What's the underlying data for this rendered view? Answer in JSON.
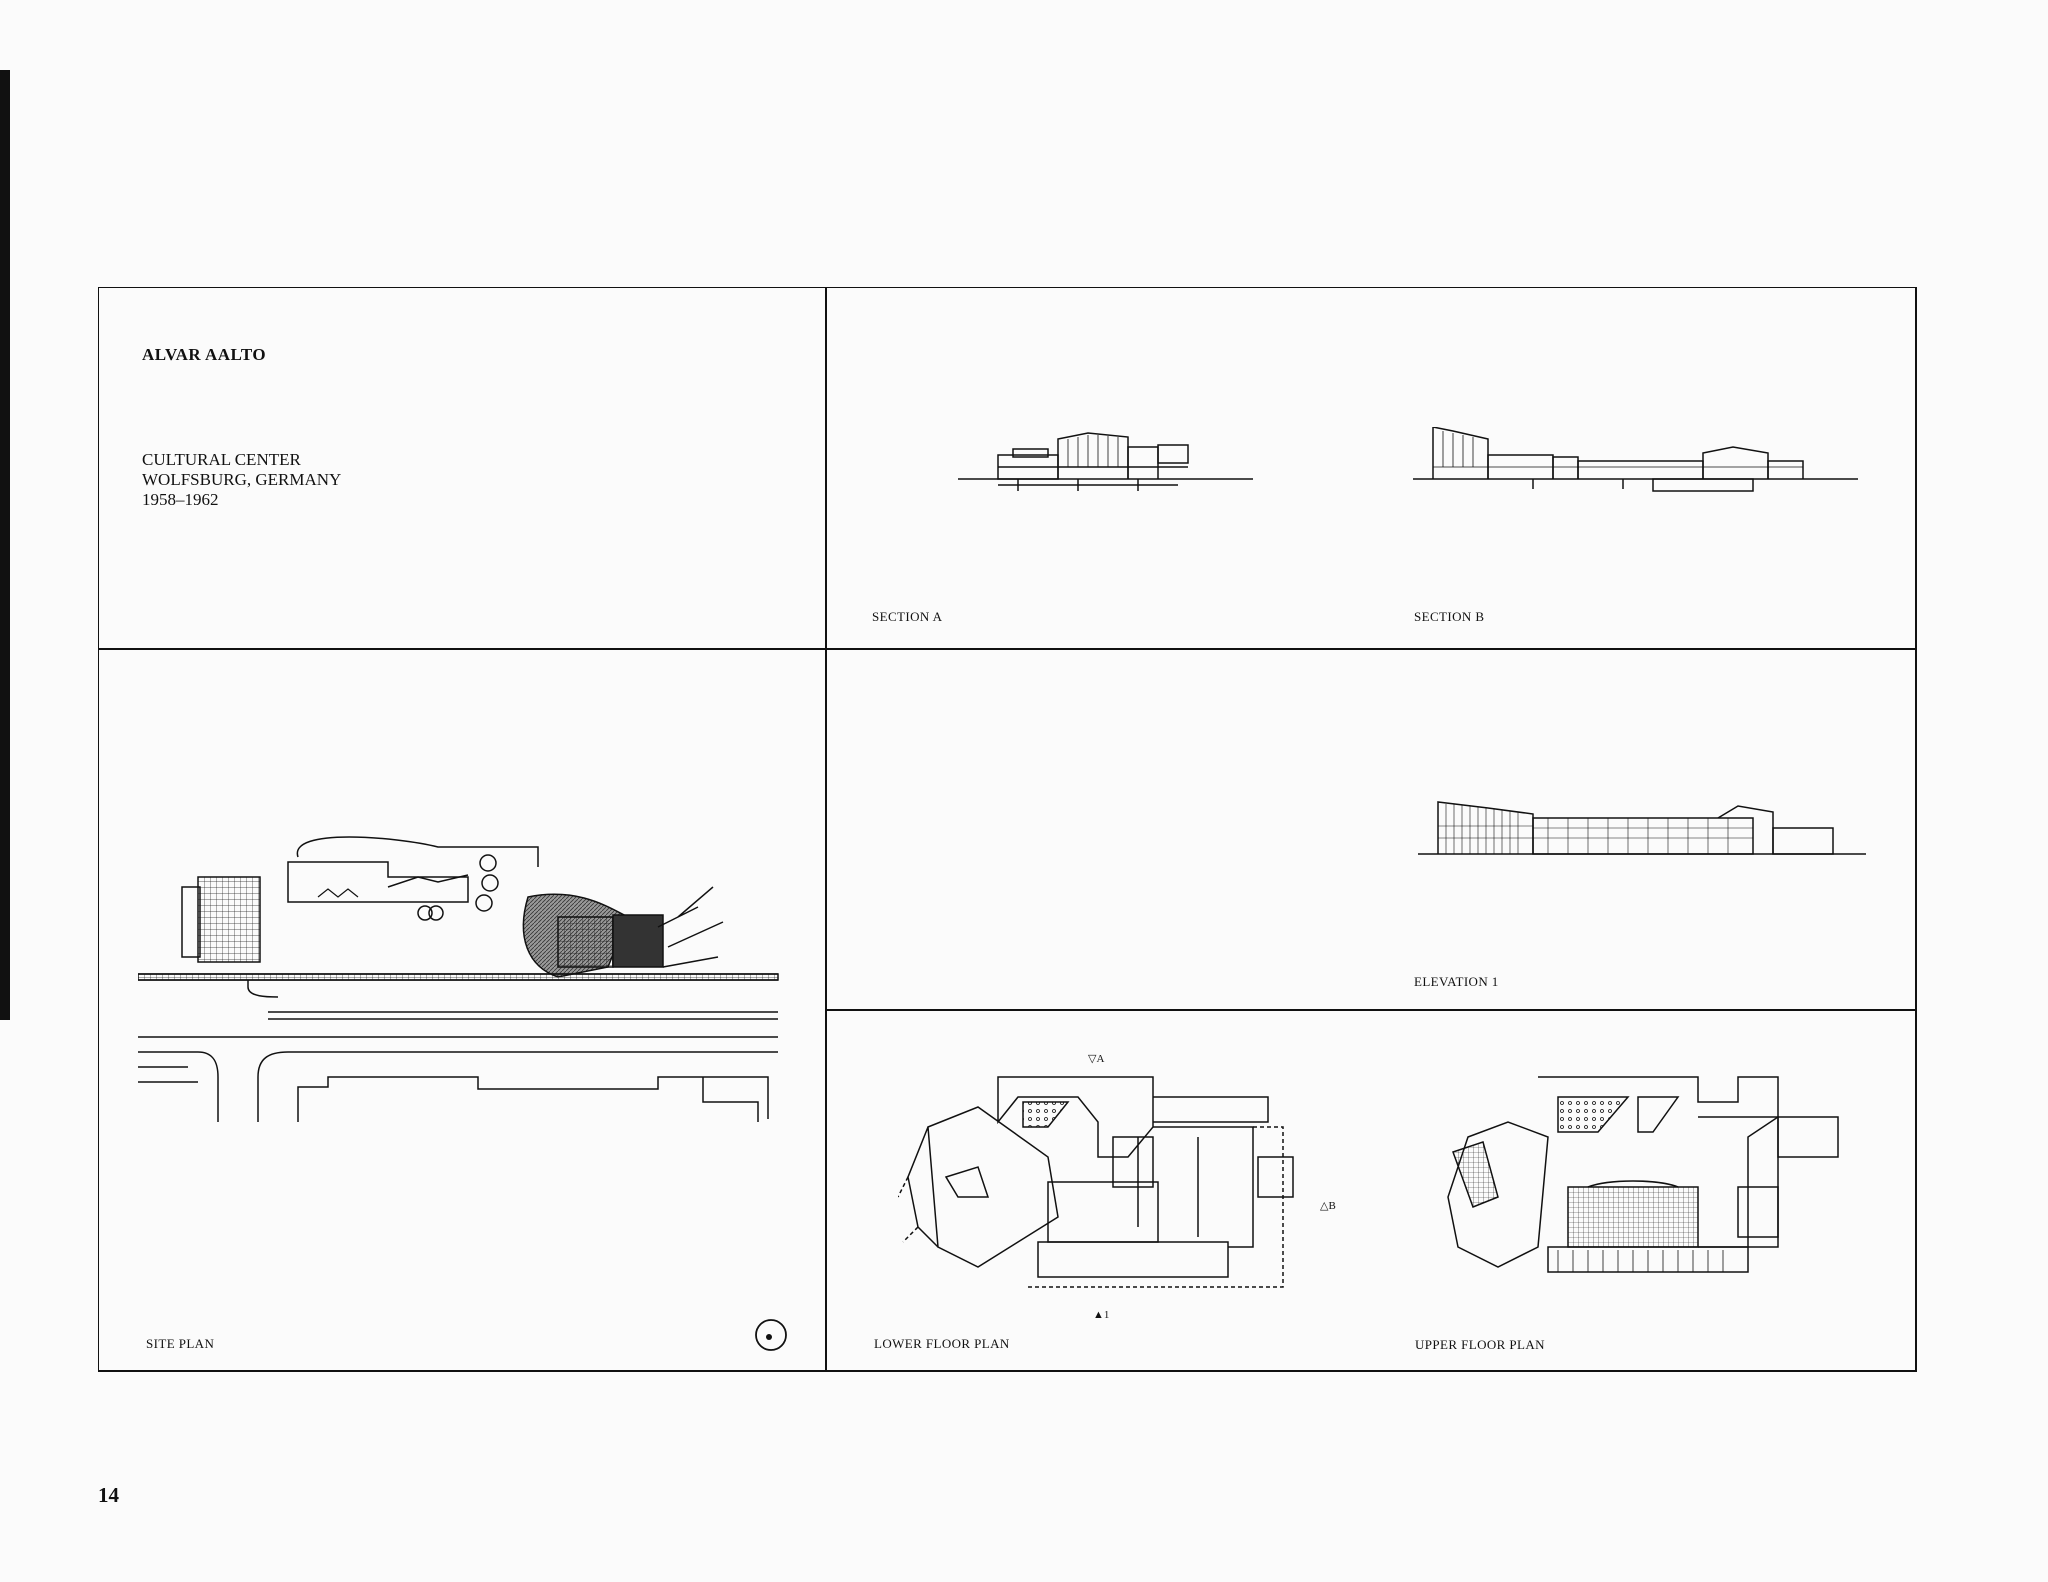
{
  "architect": "ALVAR AALTO",
  "project": {
    "name": "CULTURAL CENTER",
    "location": "WOLFSBURG, GERMANY",
    "years": "1958–1962"
  },
  "drawings": {
    "section_a": "SECTION A",
    "section_b": "SECTION B",
    "elevation_1": "ELEVATION 1",
    "site_plan": "SITE PLAN",
    "lower_floor_plan": "LOWER FLOOR PLAN",
    "upper_floor_plan": "UPPER FLOOR PLAN"
  },
  "plan_markers": {
    "a": "A",
    "b": "B",
    "one": "1"
  },
  "page_number": "14"
}
